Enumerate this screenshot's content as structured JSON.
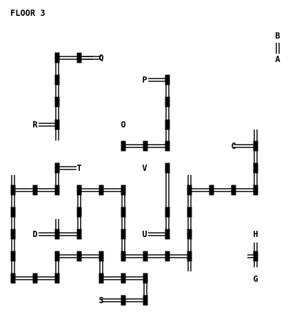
{
  "title": "FLOOR 3",
  "colors": {
    "background": "#ffffff",
    "ink": "#000000"
  },
  "markers": [
    "A",
    "B",
    "C",
    "D",
    "G",
    "H",
    "O",
    "P",
    "Q",
    "R",
    "S",
    "T",
    "U",
    "V"
  ],
  "map": {
    "description_of_symbols": {
      "room_node": "filled black rectangle",
      "corridor": "double line"
    }
  }
}
